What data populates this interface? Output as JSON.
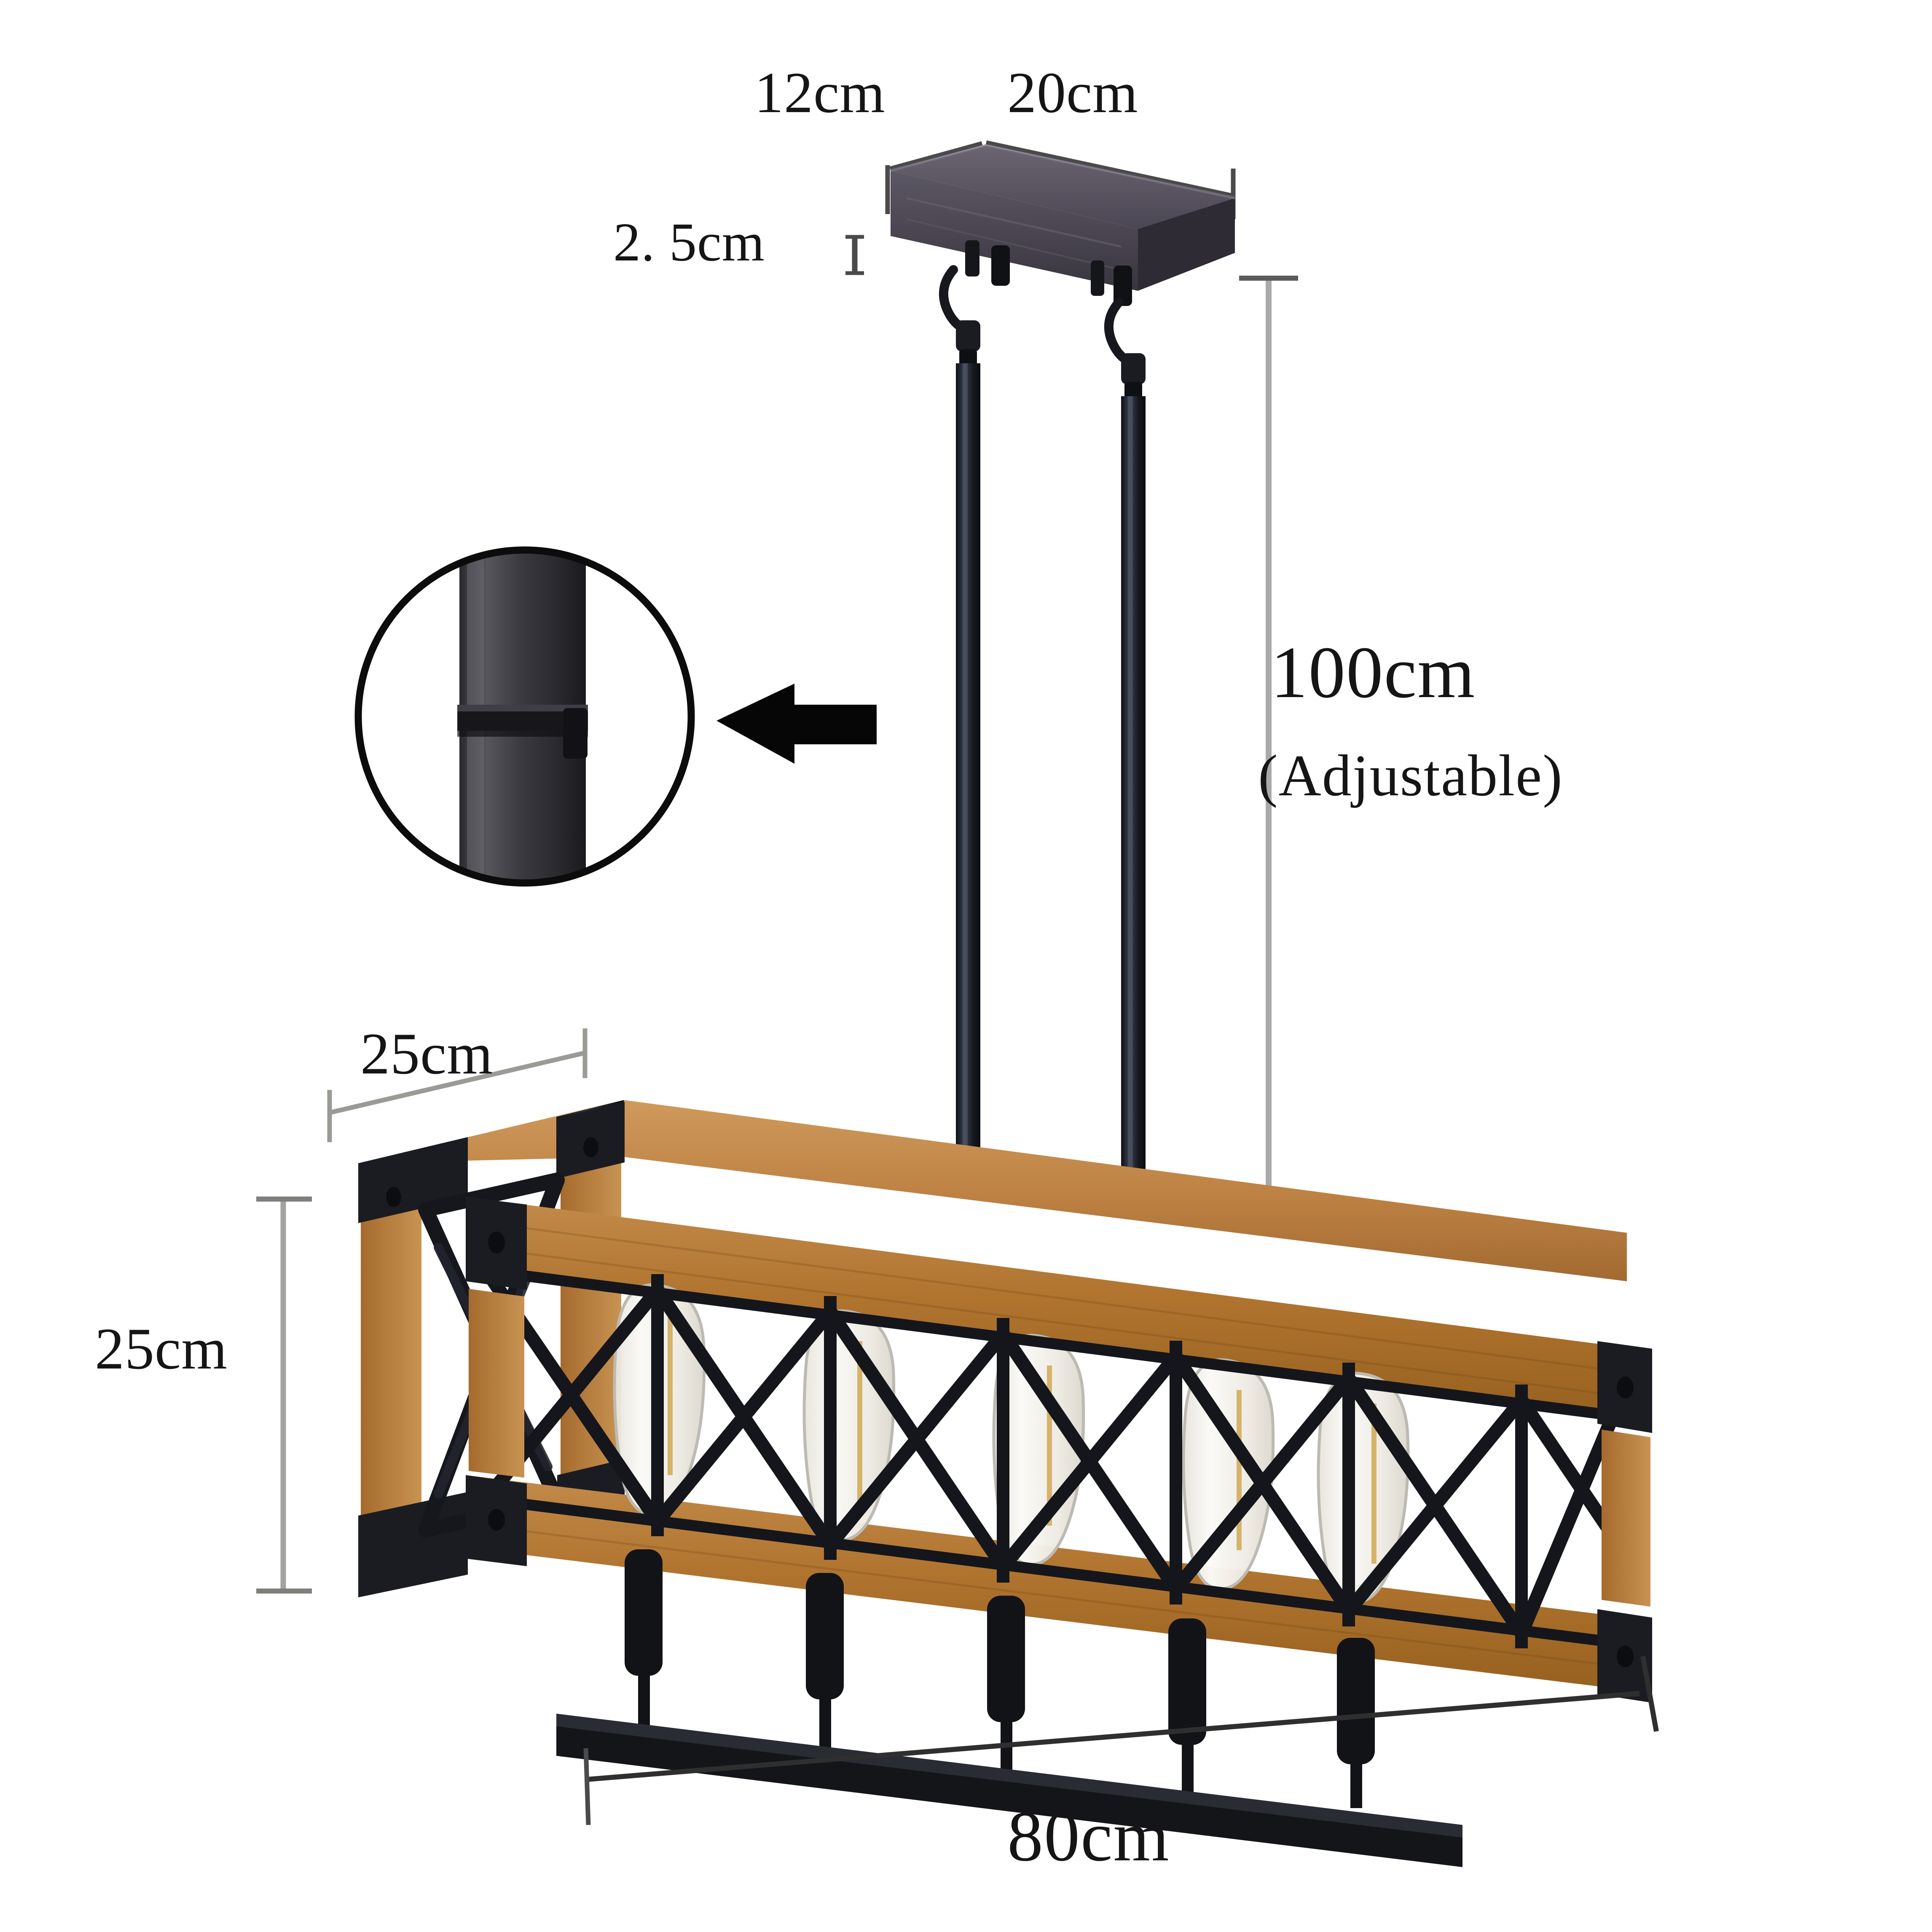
{
  "product": {
    "type": "rectangular-farmhouse-island-chandelier",
    "bulb_count": 5,
    "bulb_style": "edison-st64-clear"
  },
  "colors": {
    "background": "#ffffff",
    "wood": "#B8793D",
    "wood_light": "#C99354",
    "wood_dark": "#8A5526",
    "metal_black": "#1B1D23",
    "metal_black_light": "#2C3038",
    "canopy": "#5A5560",
    "canopy_dark": "#3E3A45",
    "dim_line_gray": "#A9A9A9",
    "dim_line_dark": "#3A3A3A",
    "text": "#151515",
    "bulb_glass": "#F2F0EA",
    "filament": "#D8B46A"
  },
  "dimensions": {
    "canopy_depth": {
      "label": "12cm",
      "value": 12,
      "unit": "cm"
    },
    "canopy_width": {
      "label": "20cm",
      "value": 20,
      "unit": "cm"
    },
    "canopy_thickness": {
      "label": "2. 5cm",
      "value": 2.5,
      "unit": "cm"
    },
    "drop_height": {
      "label": "100cm",
      "value": 100,
      "unit": "cm"
    },
    "drop_note": {
      "label": "(Adjustable)"
    },
    "frame_depth": {
      "label": "25cm",
      "value": 25,
      "unit": "cm"
    },
    "frame_height": {
      "label": "25cm",
      "value": 25,
      "unit": "cm"
    },
    "frame_width": {
      "label": "80cm",
      "value": 80,
      "unit": "cm"
    }
  },
  "callout": {
    "name": "adjustable-rod-coupling-detail",
    "arrow_direction": "left"
  }
}
